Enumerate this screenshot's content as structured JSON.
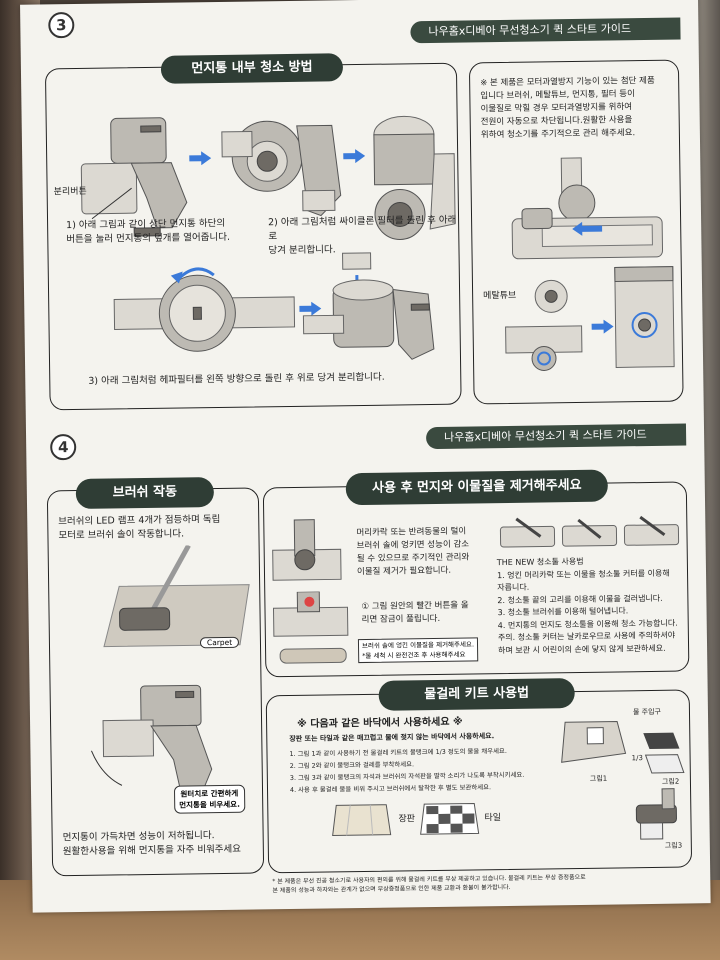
{
  "sec3": {
    "number": "3",
    "header": "나우홈x디베아 무선청소기 퀵 스타트 가이드",
    "pill": "먼지통 내부 청소 방법",
    "release_button": "분리버튼",
    "step1": [
      "1) 아래 그림과 같이 상단 먼지통 하단의",
      "버튼을 눌러 먼지통의 덮개를 열어줍니다."
    ],
    "step2": [
      "2) 아래 그림처럼 싸이클론 필터를 돌린 후 아래로",
      "당겨 분리합니다."
    ],
    "step3": "3) 아래 그림처럼 헤파필터를 왼쪽 방향으로 돌린 후 위로 당겨 분리합니다.",
    "note": [
      "※  본 제품은 모터과열방지 기능이 있는 첨단 제품",
      "입니다  브러쉬, 메탈튜브, 먼지통, 필터 등이",
      "이물질로 막힐 경우 모터과열방지를 위하여",
      "전원이 자동으로 차단됩니다.원활한 사용을",
      "위하여 청소기를 주기적으로 관리 해주세요."
    ],
    "metal_tube": "메탈튜브"
  },
  "sec4": {
    "number": "4",
    "header": "나우홈x디베아 무선청소기 퀵 스타트 가이드",
    "brush_pill": "브러쉬 작동",
    "brush_text": [
      "브러쉬의 LED 램프 4개가 점등하며 독립",
      "모터로 브러쉬 솔이 작동합니다."
    ],
    "carpet": "Carpet",
    "dust_note": [
      "원터치로 간편하게",
      "먼지통을 비우세요."
    ],
    "dust_full": [
      "먼지통이 가득차면 성능이 저하됩니다.",
      "원활한사용을 위해 먼지통을 자주 비워주세요"
    ],
    "remove_pill": "사용 후 먼지와 이물질을 제거해주세요",
    "hair_text": [
      "머리카락 또는 반려동물의 털이",
      "브러쉬 솔에 엉키면 성능이 감소",
      "될 수 있으므로 주기적인 관리와",
      "이물질 제거가 필요합니다."
    ],
    "red_button": [
      "① 그림 원안의 빨간 버튼을 올",
      "리면 잠금이 풀립니다."
    ],
    "wash_note": [
      "브러쉬 솔에 엉킨 이물질을 제거해주세요.",
      "*물 세척 시 완전건조 후 사용해주세요"
    ],
    "new_tool_title": "THE NEW 청소툴 사용법",
    "new_tool_lines": [
      "1. 엉킨 머리카락 또는 이물을 청소툴 커터를 이용해",
      "자릅니다.",
      "2. 청소툴 끝의 고리를 이용해 이물을 걸러냅니다.",
      "3. 청소툴 브러쉬를 이용해 털어냅니다.",
      "4. 먼지통의 먼지도 청소툴을 이용해 청소 가능합니다.",
      "주의. 청소툴 커터는 날카로우므로 사용에 주의하셔야",
      "하며 보관 시 어린이의 손에 닿지 않게 보관하세요."
    ],
    "mop_pill": "물걸레 키트 사용법",
    "mop_heading": "※   다음과 같은 바닥에서 사용하세요   ※",
    "mop_sub": "장판 또는 타일과 같은 매끄럽고 물에 젖지 않는 바닥에서 사용하세요.",
    "mop_steps": [
      "1. 그림 1과 같이 사용하기 전 물걸레 키트의 물탱크에 1/3 정도의 물을 채우세요.",
      "2. 그림 2와 같이 물탱크와 걸레를 부착하세요.",
      "3. 그림 3과 같이 물탱크의 자석과 브러쉬의 자석판을 딸깍 소리가 나도록 부착시키세요.",
      "4. 사용 후 물걸레 물을 비워 주시고 브러쉬에서 탈착한 후 별도 보관하세요."
    ],
    "floor_a": "장판",
    "floor_b": "타일",
    "water_inlet": "물 주입구",
    "third": "1/3",
    "fig1": "그림1",
    "fig2": "그림2",
    "fig3": "그림3",
    "footnote": [
      "* 본 제품은 무선 진공 청소기로 사용자의 편의를 위해 물걸레 키트를 무상 제공하고 있습니다. 물걸레 키트는 무상 증정품으로",
      "본 제품의 성능과 하자와는 관계가 없으며 무상증정품으로 인한 제품 교환과 환불이 불가합니다."
    ]
  },
  "colors": {
    "pill": "#2f3d35",
    "header": "#3a4a3f",
    "accent_arrow": "#3b7ad9",
    "paper": "#f4f3ee"
  }
}
